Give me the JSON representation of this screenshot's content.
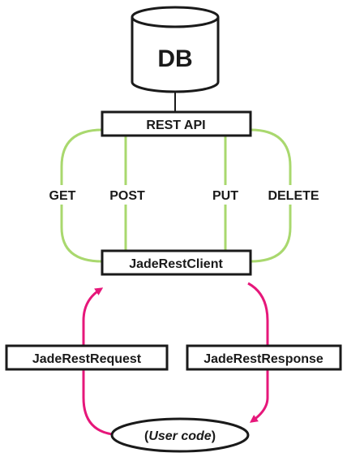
{
  "nodes": {
    "db": "DB",
    "rest_api": "REST API",
    "client": "JadeRestClient",
    "request": "JadeRestRequest",
    "response": "JadeRestResponse",
    "user_code_open": "(",
    "user_code_text": "User code",
    "user_code_close": ")"
  },
  "methods": {
    "get": "GET",
    "post": "POST",
    "put": "PUT",
    "delete": "DELETE"
  },
  "colors": {
    "green": "#a9d86e",
    "magenta": "#e6177a",
    "stroke": "#1a1a1a",
    "fill": "#ffffff"
  }
}
